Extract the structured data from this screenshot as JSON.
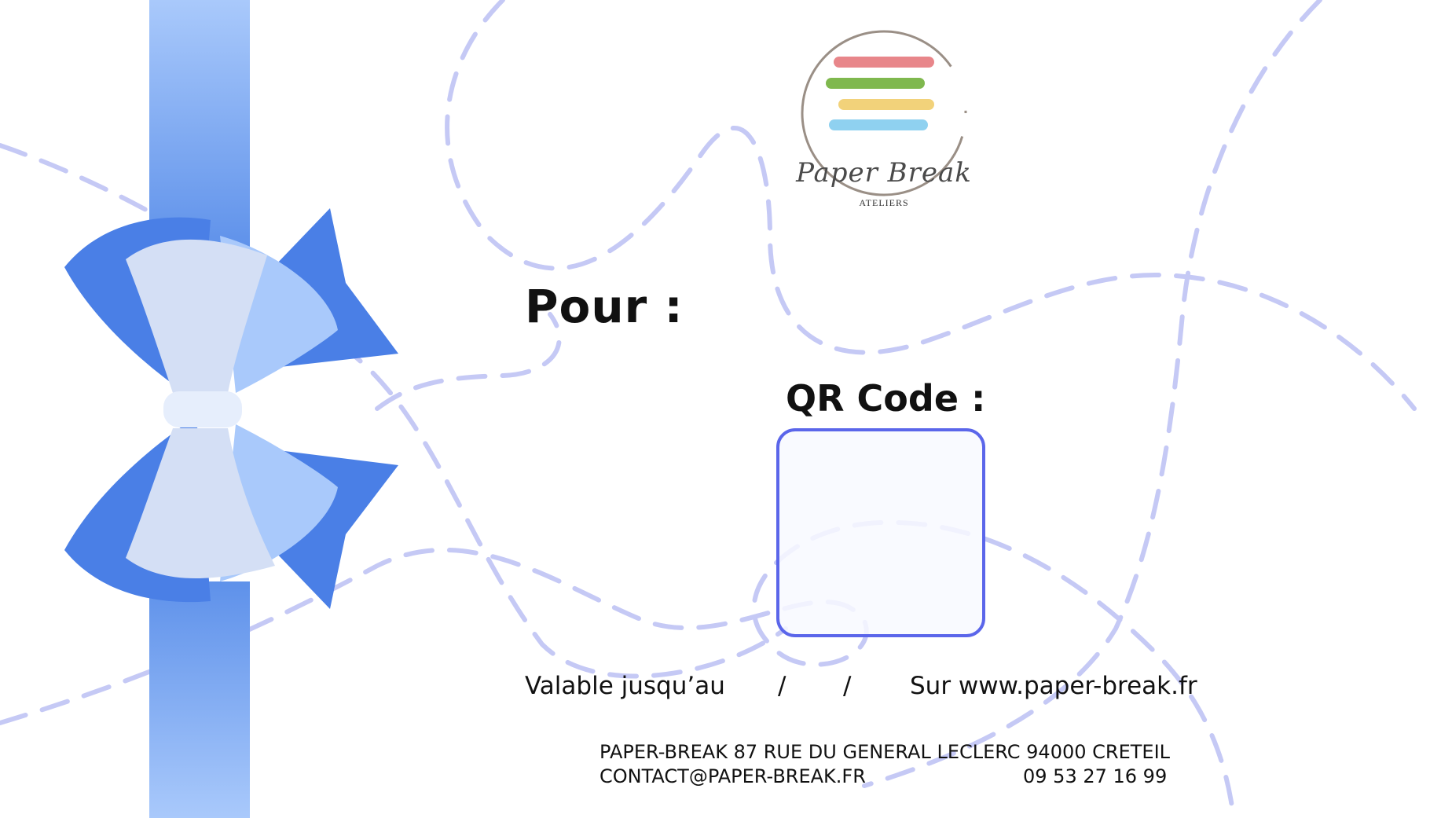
{
  "brand": {
    "name": "Paper Break",
    "subtitle": "ATELIERS",
    "stripe_colors": [
      "#e8868a",
      "#7fb84e",
      "#f2d27a",
      "#8fd1f0"
    ]
  },
  "card": {
    "recipient_label": "Pour :",
    "qr_label": "QR Code :",
    "validity_label": "Valable jusqu’au",
    "date_separator": "/",
    "website_text": "Sur www.paper-break.fr"
  },
  "footer": {
    "address": "PAPER-BREAK 87 RUE DU GENERAL LECLERC 94000 CRETEIL",
    "email": "CONTACT@PAPER-BREAK.FR",
    "phone": "09 53 27 16 99"
  },
  "colors": {
    "ribbon_dark": "#4a7fe6",
    "ribbon_light": "#a9c9fb",
    "ribbon_pale": "#d4dff5",
    "dash_lines": "#c5c9f5",
    "qr_border": "#5b66ea"
  }
}
